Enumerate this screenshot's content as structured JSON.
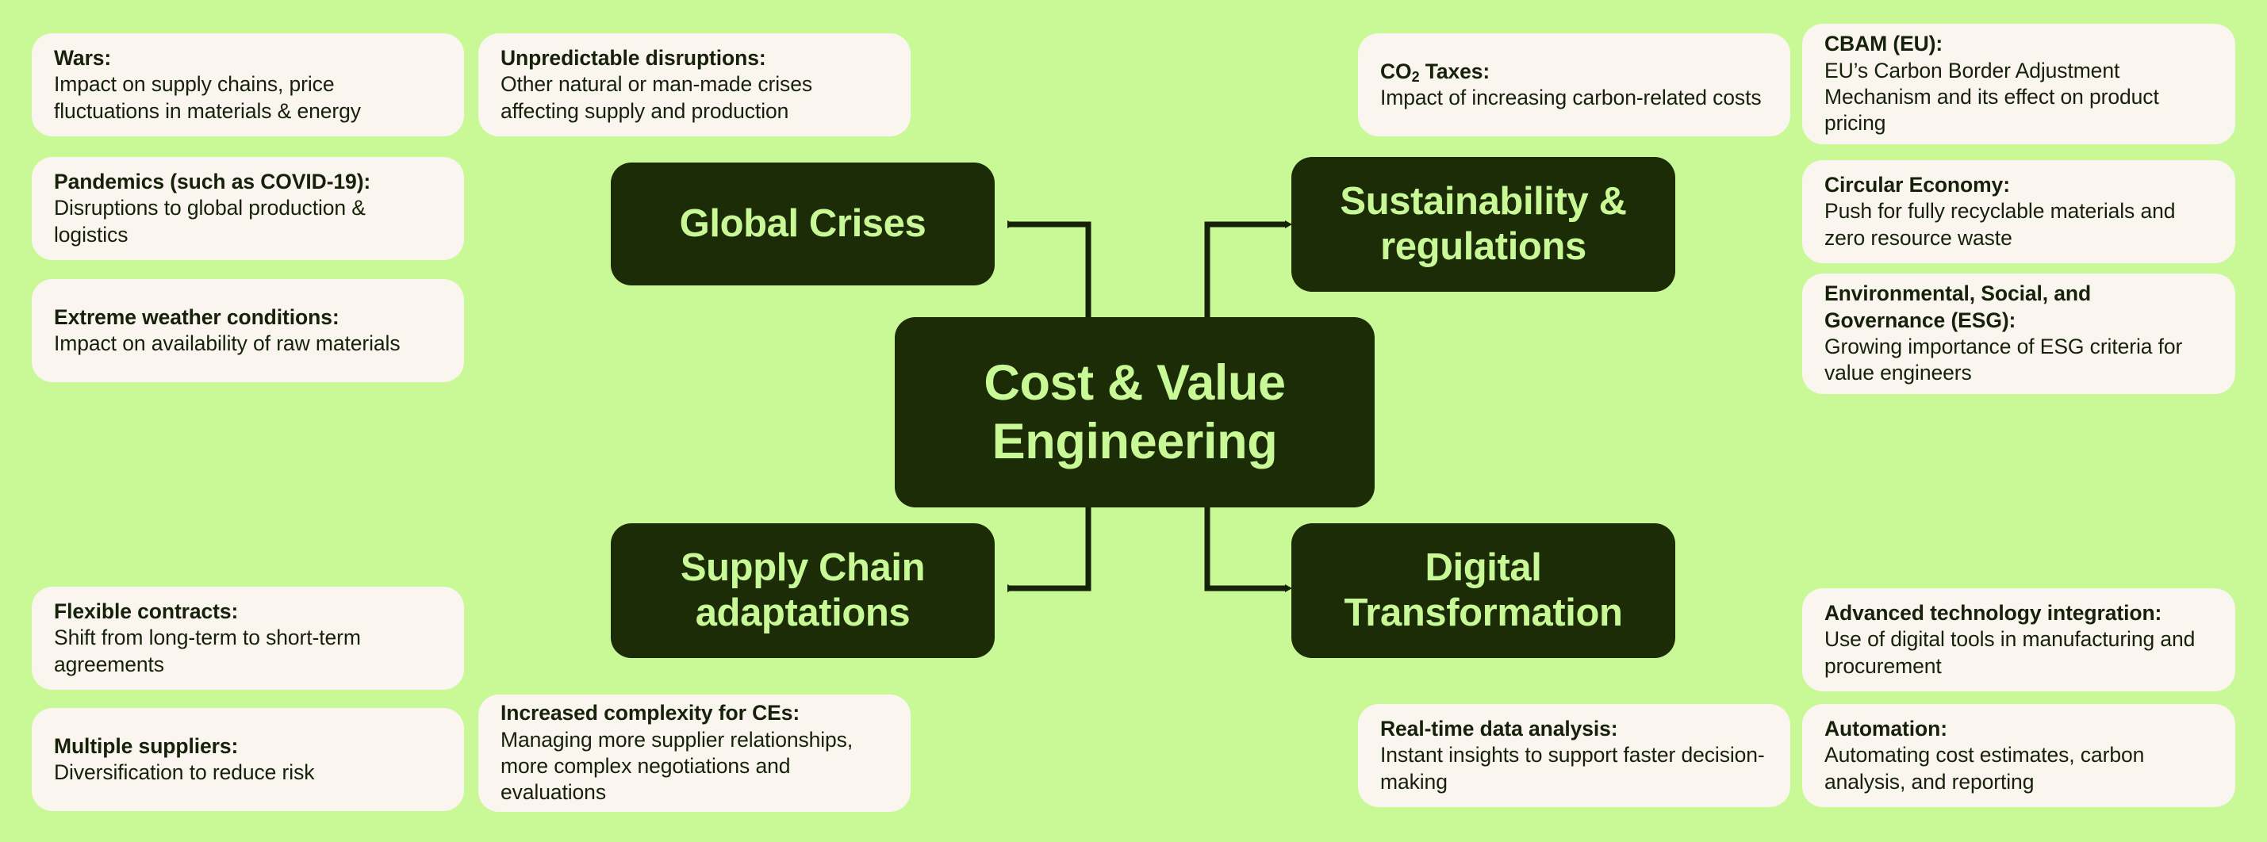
{
  "diagram": {
    "background_color": "#c9f997",
    "node_color": "#1b2c06",
    "node_text_color": "#c9f997",
    "card_color": "#faf5ef",
    "card_text_color": "#16210a",
    "center": {
      "label": "Cost & Value Engineering"
    },
    "branches": [
      {
        "id": "global-crises",
        "label": "Global Crises"
      },
      {
        "id": "sustainability-regulations",
        "label": "Sustainability & regulations"
      },
      {
        "id": "supply-chain-adaptations",
        "label": "Supply Chain adaptations"
      },
      {
        "id": "digital-transformation",
        "label": "Digital Transformation"
      }
    ]
  },
  "cards": [
    {
      "id": "wars",
      "title": "Wars:",
      "body": "Impact on supply chains, price fluctuations in materials & energy"
    },
    {
      "id": "pandemics",
      "title": "Pandemics (such as COVID-19):",
      "body": "Disruptions to global production & logistics"
    },
    {
      "id": "extreme-weather",
      "title": "Extreme weather conditions:",
      "body": "Impact on availability of raw materials"
    },
    {
      "id": "unpredictable-disruptions",
      "title": "Unpredictable disruptions:",
      "body": "Other natural or man-made crises affecting supply and production"
    },
    {
      "id": "co2-taxes",
      "title_pre": "CO",
      "title_sub": "2",
      "title_post": " Taxes:",
      "body": "Impact of increasing carbon-related costs"
    },
    {
      "id": "cbam-eu",
      "title": "CBAM (EU):",
      "body": "EU’s Carbon Border Adjustment Mechanism and its effect on product pricing"
    },
    {
      "id": "circular-economy",
      "title": "Circular Economy:",
      "body": "Push for fully recyclable materials and zero resource waste"
    },
    {
      "id": "esg",
      "title": "Environmental, Social, and Governance (ESG):",
      "body": "Growing importance of ESG criteria for value engineers"
    },
    {
      "id": "flexible-contracts",
      "title": "Flexible contracts:",
      "body": "Shift from long-term to short-term agreements"
    },
    {
      "id": "multiple-suppliers",
      "title": "Multiple suppliers:",
      "body": "Diversification to reduce risk"
    },
    {
      "id": "increased-complexity",
      "title": "Increased complexity for CEs:",
      "body": "Managing more supplier relationships, more complex negotiations and evaluations"
    },
    {
      "id": "real-time-data-analysis",
      "title": "Real-time data analysis:",
      "body": "Instant insights to support faster decision-making"
    },
    {
      "id": "advanced-technology-integration",
      "title": "Advanced technology integration:",
      "body": "Use of digital tools in manufacturing and procurement"
    },
    {
      "id": "automation",
      "title": "Automation:",
      "body": "Automating cost estimates, carbon analysis, and reporting"
    }
  ]
}
